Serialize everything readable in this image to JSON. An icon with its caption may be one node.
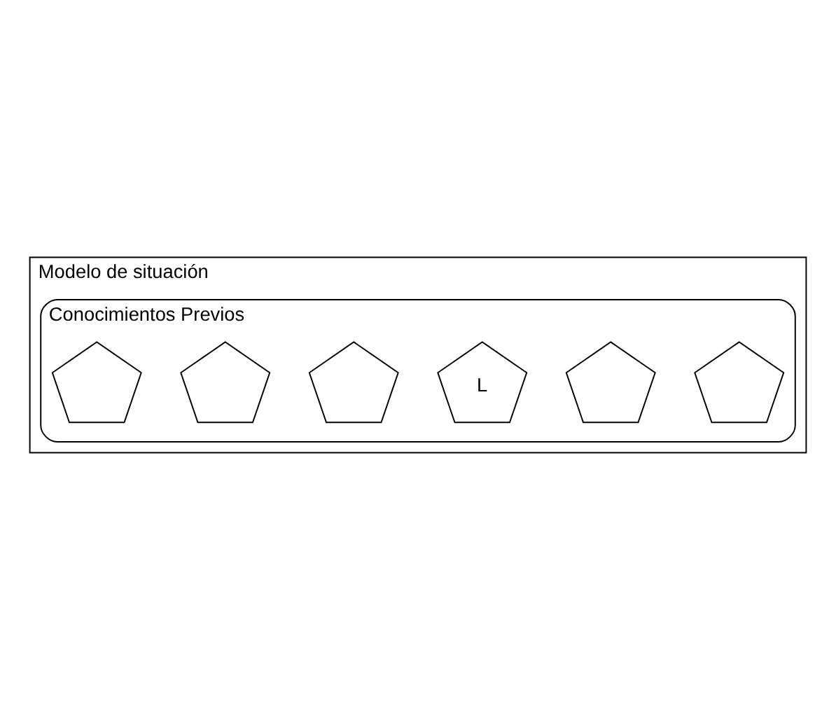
{
  "diagram": {
    "nodes": [
      {
        "text": [
          "Modelo de situación"
        ]
      },
      {
        "text": [
          "Conocimientos Previos"
        ],
        "in": 0
      },
      {
        "text": [],
        "shape": "pentagon",
        "in": 1
      },
      {
        "text": [],
        "shape": "pentagon",
        "in": 1
      },
      {
        "text": [
          "L"
        ],
        "in": 1
      },
      {
        "text": [],
        "shape": "pentagon",
        "in": 1
      },
      {
        "text": [],
        "shape": "pentagon",
        "in": 1
      },
      {
        "text": [],
        "shape": "pentagon",
        "in": 1
      }
    ]
  }
}
